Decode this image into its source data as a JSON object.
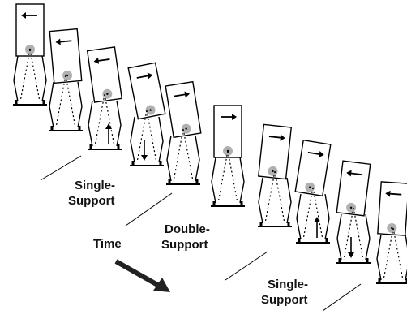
{
  "labels": {
    "single_support_1": [
      "Single-",
      "Support"
    ],
    "double_support": [
      "Double-",
      "Support"
    ],
    "time": "Time",
    "single_support_2": [
      "Single-",
      "Support"
    ]
  },
  "frames": [
    {
      "arrow": "left",
      "foot_arrow": "none"
    },
    {
      "arrow": "left",
      "foot_arrow": "none"
    },
    {
      "arrow": "left",
      "foot_arrow": "up"
    },
    {
      "arrow": "right",
      "foot_arrow": "down"
    },
    {
      "arrow": "right",
      "foot_arrow": "none"
    },
    {
      "arrow": "right",
      "foot_arrow": "none"
    },
    {
      "arrow": "right",
      "foot_arrow": "none"
    },
    {
      "arrow": "right",
      "foot_arrow": "up"
    },
    {
      "arrow": "left",
      "foot_arrow": "down"
    },
    {
      "arrow": "left",
      "foot_arrow": "none"
    }
  ],
  "colors": {
    "stroke": "#000000",
    "com": "#b0b0b0",
    "time_arrow": "#222222"
  }
}
